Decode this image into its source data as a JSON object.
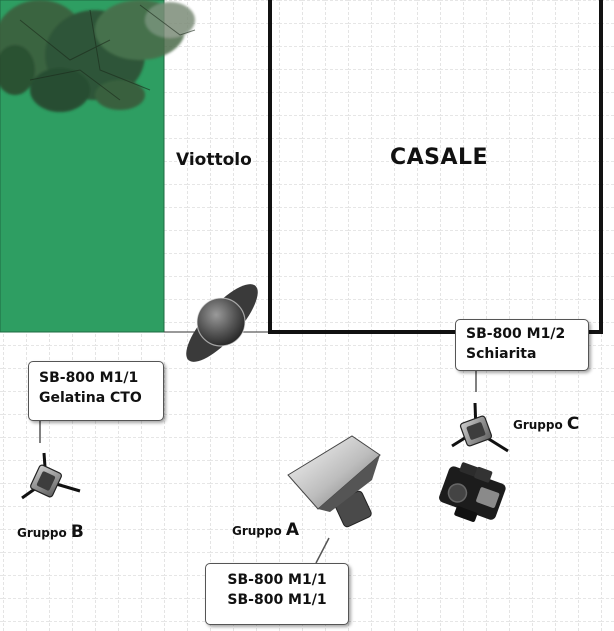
{
  "labels": {
    "path": "Viottolo",
    "house": "CASALE"
  },
  "callouts": {
    "b": {
      "line1": "SB-800 M1/1",
      "line2": "Gelatina CTO"
    },
    "c": {
      "line1": "SB-800 M1/2",
      "line2": "Schiarita"
    },
    "a": {
      "line1": "SB-800 M1/1",
      "line2": "SB-800 M1/1"
    }
  },
  "groups": {
    "a": {
      "prefix": "Gruppo",
      "letter": "A"
    },
    "b": {
      "prefix": "Gruppo",
      "letter": "B"
    },
    "c": {
      "prefix": "Gruppo",
      "letter": "C"
    }
  },
  "icons": [
    "tree-foliage-icon",
    "person-subject-icon",
    "softbox-icon",
    "speedlight-icon",
    "camera-icon"
  ],
  "colors": {
    "grass": "#2e9e62",
    "grid": "#bdbdbd",
    "wall": "#111111"
  }
}
